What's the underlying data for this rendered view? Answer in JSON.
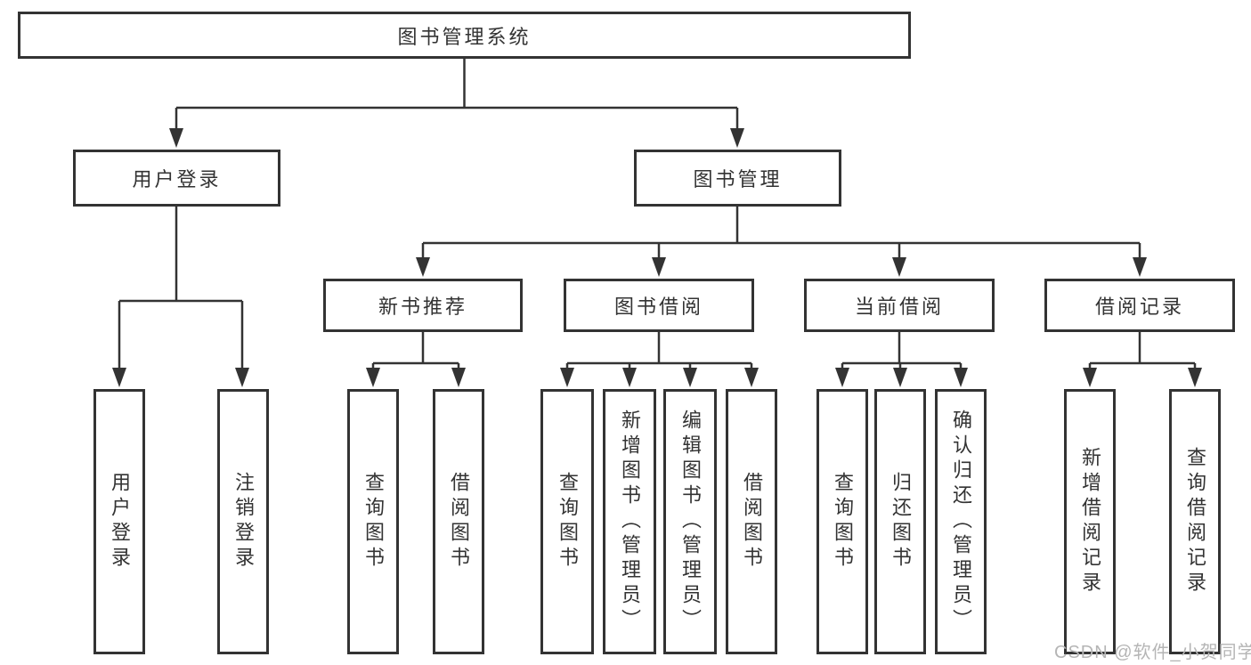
{
  "colors": {
    "line": "#333333",
    "text": "#333333",
    "box_background": "#ffffff",
    "watermark": "#b5b5b5",
    "background": "#ffffff"
  },
  "root": {
    "label": "图书管理系统"
  },
  "branches": [
    {
      "label": "用户登录",
      "leaves": [
        {
          "label": "用户登录"
        },
        {
          "label": "注销登录"
        }
      ]
    },
    {
      "label": "图书管理",
      "groups": [
        {
          "label": "新书推荐",
          "leaves": [
            {
              "label": "查询图书"
            },
            {
              "label": "借阅图书"
            }
          ]
        },
        {
          "label": "图书借阅",
          "leaves": [
            {
              "label": "查询图书"
            },
            {
              "label": "新增图书（管理员）"
            },
            {
              "label": "编辑图书（管理员）"
            },
            {
              "label": "借阅图书"
            }
          ]
        },
        {
          "label": "当前借阅",
          "leaves": [
            {
              "label": "查询图书"
            },
            {
              "label": "归还图书"
            },
            {
              "label": "确认归还（管理员）"
            }
          ]
        },
        {
          "label": "借阅记录",
          "leaves": [
            {
              "label": "新增借阅记录"
            },
            {
              "label": "查询借阅记录"
            }
          ]
        }
      ]
    }
  ],
  "watermark": "CSDN @软件_小贺同学"
}
